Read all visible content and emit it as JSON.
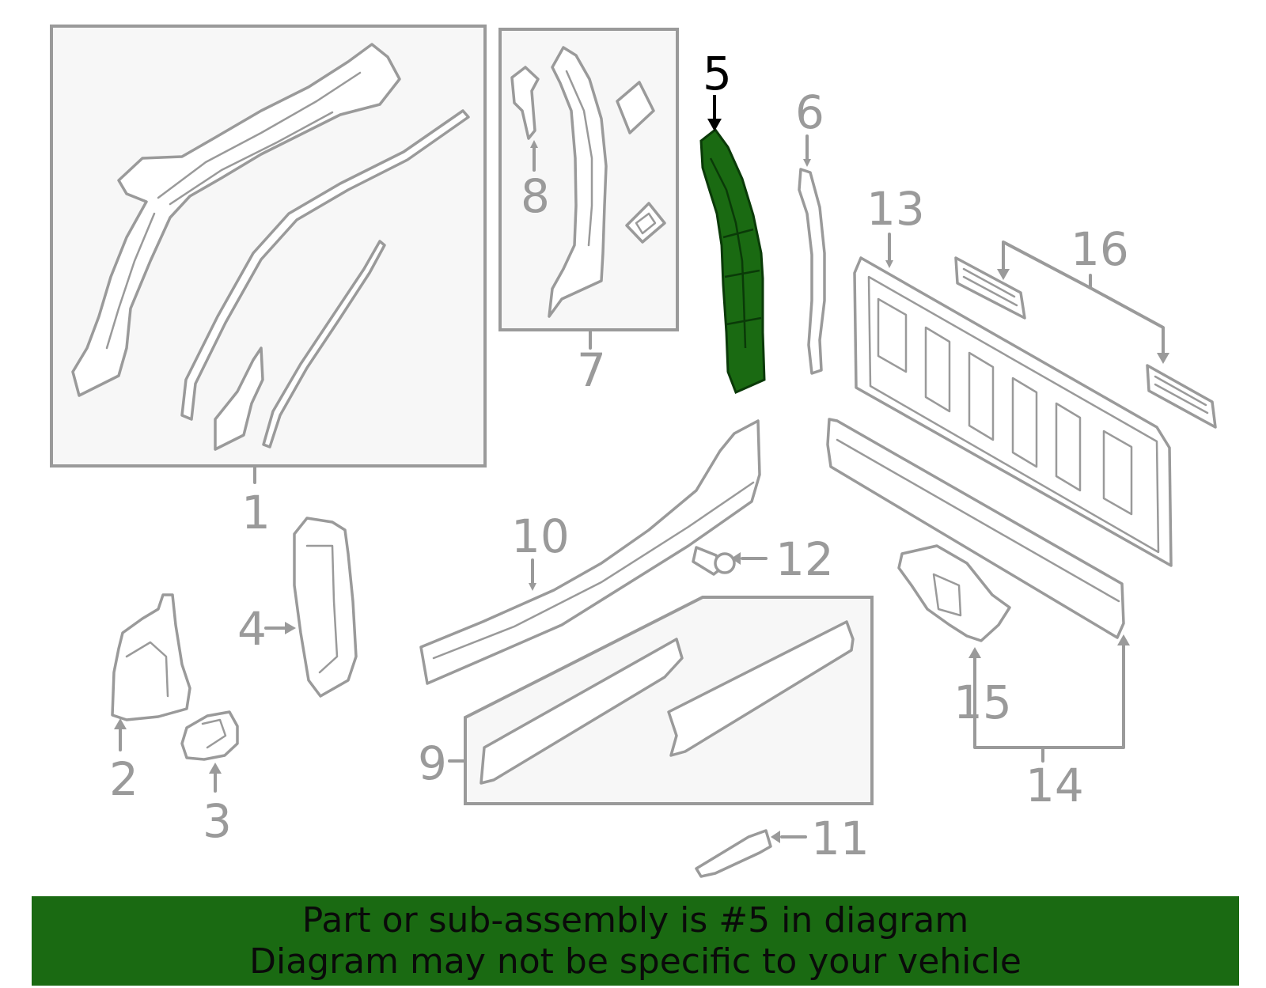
{
  "diagram": {
    "highlight_color": "#1a6a12",
    "line_color": "#9a9a9a",
    "highlighted_part": "5",
    "callouts": {
      "c1": "1",
      "c2": "2",
      "c3": "3",
      "c4": "4",
      "c5": "5",
      "c6": "6",
      "c7": "7",
      "c8": "8",
      "c9": "9",
      "c10": "10",
      "c11": "11",
      "c12": "12",
      "c13": "13",
      "c14": "14",
      "c15": "15",
      "c16": "16"
    }
  },
  "banner": {
    "background": "#1a6a12",
    "line1": "Part or sub-assembly is #5 in diagram",
    "line2": "Diagram may not be specific to your vehicle"
  }
}
